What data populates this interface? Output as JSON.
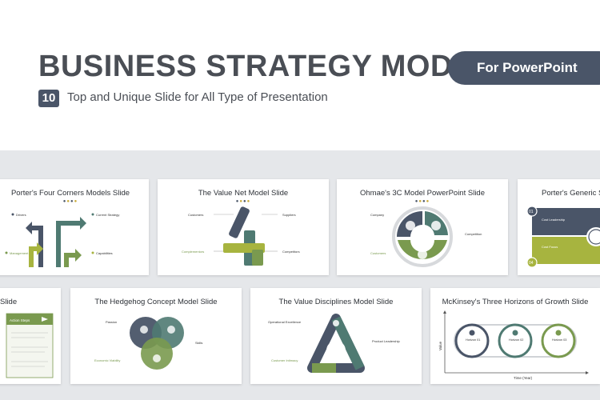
{
  "header": {
    "title": "BUSINESS STRATEGY MODEL",
    "badge": "For PowerPoint",
    "count": "10",
    "subtitle": "Top and Unique Slide for All Type of Presentation"
  },
  "slides": [
    {
      "title": "Porter's Four Corners Models Slide"
    },
    {
      "title": "The Value Net Model Slide"
    },
    {
      "title": "Ohmae's 3C Model PowerPoint Slide"
    },
    {
      "title": "Porter's Generic St"
    },
    {
      "title": "Slide"
    },
    {
      "title": "The Hedgehog Concept Model Slide"
    },
    {
      "title": "The Value Disciplines Model Slide"
    },
    {
      "title": "McKinsey's Three Horizons of Growth Slide"
    }
  ],
  "slide_labels": {
    "porter": [
      "Drivers",
      "Current Strategy",
      "Management",
      "Capabilities"
    ],
    "valuenet": [
      "Customers",
      "Suppliers",
      "Complementors",
      "Competitors"
    ],
    "ohmae": [
      "Company",
      "Competition",
      "Customers"
    ],
    "generic": [
      "01",
      "Cost Leadership",
      "Cost Focus",
      "04"
    ],
    "action": [
      "Action Steps"
    ],
    "hedgehog": [
      "Passion",
      "Skills",
      "Economic Viability"
    ],
    "disciplines": [
      "Operational Excellence",
      "Product Leadership",
      "Customer Intimacy"
    ],
    "mckinsey": [
      "Horizon 01",
      "Horizon 02",
      "Horizon 03",
      "Value",
      "Time (Year)"
    ]
  },
  "colors": {
    "navy": "#4a5568",
    "green": "#7a9a4f",
    "olive": "#a7b43f",
    "teal": "#4f7a72",
    "gold": "#c8a936"
  }
}
